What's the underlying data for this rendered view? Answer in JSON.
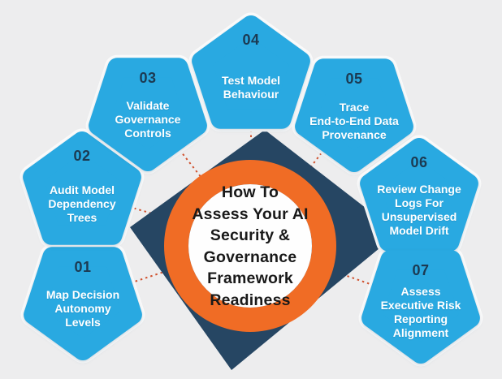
{
  "title": {
    "text": "How To\nAssess Your AI\nSecurity &\nGovernance\nFramework\nReadiness"
  },
  "badges": [
    {
      "number": "01",
      "label": "Map Decision\nAutonomy\nLevels"
    },
    {
      "number": "02",
      "label": "Audit Model\nDependency\nTrees"
    },
    {
      "number": "03",
      "label": "Validate\nGovernance\nControls"
    },
    {
      "number": "04",
      "label": "Test Model\nBehaviour"
    },
    {
      "number": "05",
      "label": "Trace\nEnd-to-End Data\nProvenance"
    },
    {
      "number": "06",
      "label": "Review Change\nLogs For\nUnsupervised\nModel Drift"
    },
    {
      "number": "07",
      "label": "Assess\nExecutive Risk\nReporting\nAlignment"
    }
  ],
  "colors": {
    "bg": "#ededee",
    "badge-blue": "#29a9e1",
    "num-navy": "#1c3a52",
    "diamond-navy": "#264663",
    "ring-orange": "#f06c25",
    "line-red": "#cf4a24"
  }
}
